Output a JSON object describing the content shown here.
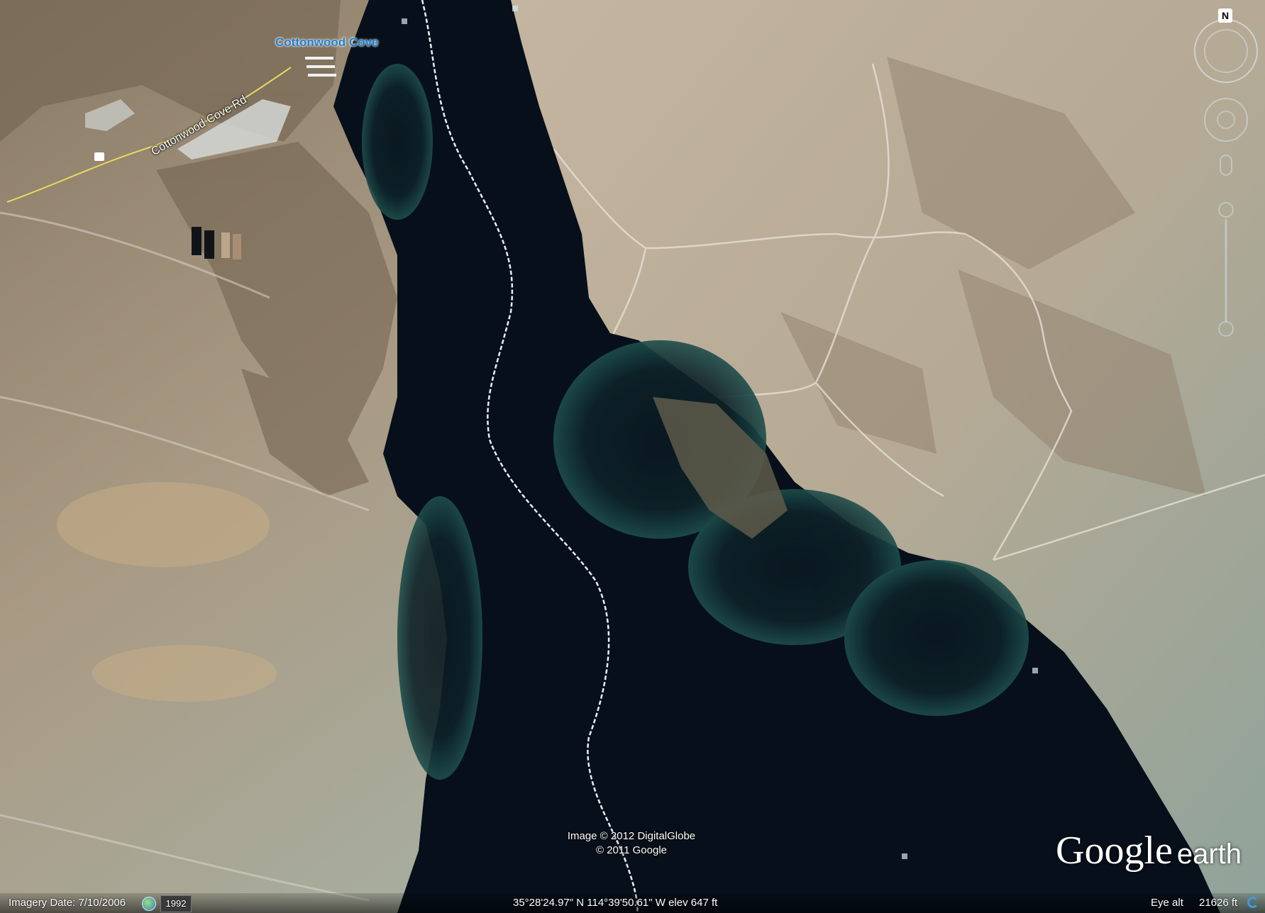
{
  "app": "Google Earth",
  "map": {
    "places": [
      {
        "label": "Cottonwood Cove",
        "kind": "place"
      },
      {
        "label": "Cottonwood Cove Rd",
        "kind": "road"
      }
    ]
  },
  "overlay": {
    "credit_line1": "Image © 2012 DigitalGlobe",
    "credit_line2": "© 2011 Google",
    "logo_main": "Google",
    "logo_sub": "earth"
  },
  "status": {
    "imagery_date": "Imagery Date: 7/10/2006",
    "history_year": "1992",
    "coordinates": "35°28'24.97\" N 114°39'50.61\" W elev  647 ft",
    "eye_alt_label": "Eye alt",
    "eye_alt_value": "21626 ft"
  },
  "navigation": {
    "north_label": "N"
  },
  "colors": {
    "water": "#07101a",
    "shallow_water": "#1b4a4a",
    "desert_light": "#b6a892",
    "desert_dark": "#6e5f4c",
    "blue_label": "#1f7fd0"
  },
  "icons": [
    "compass-icon",
    "look-joystick-icon",
    "move-joystick-icon",
    "zoom-slider-icon",
    "historical-imagery-icon",
    "streaming-icon"
  ]
}
